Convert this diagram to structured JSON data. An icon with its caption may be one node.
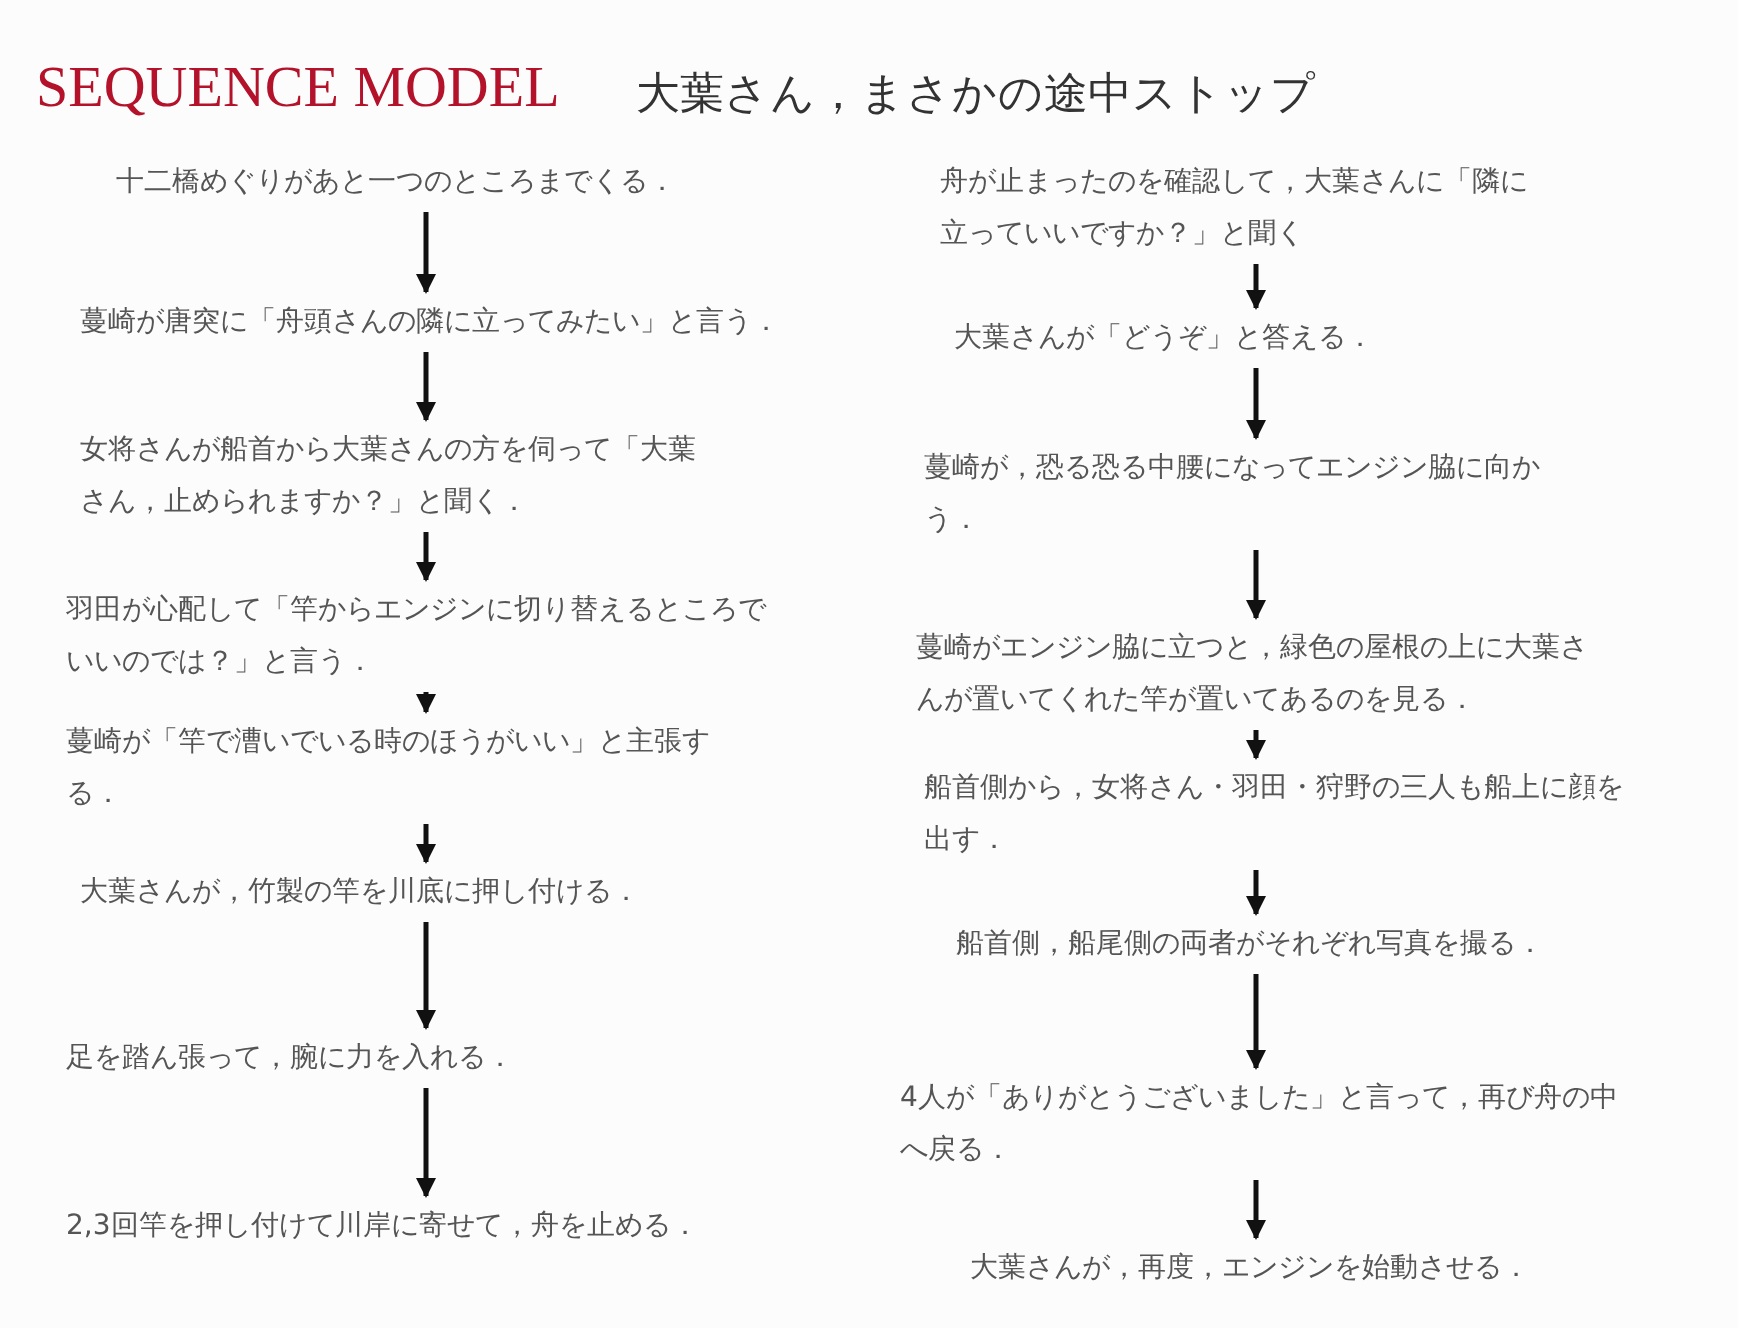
{
  "diagram": {
    "title": "SEQUENCE MODEL",
    "labels": [
      "大葉さん，まさかの途中ストップ"
    ],
    "nodes": [
      {
        "text": [
          "十二橋めぐりがあと一つのところまでくる．"
        ]
      },
      {
        "text": [
          "蔓崎が唐突に「舟頭さんの隣に立ってみたい」と言う．"
        ]
      },
      {
        "text": [
          "女将さんが船首から大葉さんの方を伺って「大葉さん，止められますか？」と聞く．"
        ]
      },
      {
        "text": [
          "羽田が心配して「竿からエンジンに切り替えるところでいいのでは？」と言う．"
        ]
      },
      {
        "text": [
          "蔓崎が「竿で漕いでいる時のほうがいい」と主張する．"
        ]
      },
      {
        "text": [
          "大葉さんが，竹製の竿を川底に押し付ける．"
        ]
      },
      {
        "text": [
          "足を踏ん張って，腕に力を入れる．"
        ]
      },
      {
        "text": [
          "2,3回竿を押し付けて川岸に寄せて，舟を止める．"
        ]
      },
      {
        "text": [
          "舟が止まったのを確認して，大葉さんに「隣に立っていいですか？」と聞く"
        ]
      },
      {
        "text": [
          "大葉さんが「どうぞ」と答える．"
        ]
      },
      {
        "text": [
          "蔓崎が，恐る恐る中腰になってエンジン脇に向かう．"
        ]
      },
      {
        "text": [
          "蔓崎がエンジン脇に立つと，緑色の屋根の上に大葉さんが置いてくれた竿が置いてあるのを見る．"
        ]
      },
      {
        "text": [
          "船首側から，女将さん・羽田・狩野の三人も船上に顔を出す．"
        ]
      },
      {
        "text": [
          "船首側，船尾側の両者がそれぞれ写真を撮る．"
        ]
      },
      {
        "text": [
          "4人が「ありがとうございました」と言って，再び舟の中へ戻る．"
        ]
      },
      {
        "text": [
          "大葉さんが，再度，エンジンを始動させる．"
        ]
      }
    ],
    "edges": [
      {
        "from": 0,
        "to": 1,
        "arrow": "to"
      },
      {
        "from": 1,
        "to": 2,
        "arrow": "to"
      },
      {
        "from": 2,
        "to": 3,
        "arrow": "to"
      },
      {
        "from": 3,
        "to": 4,
        "arrow": "to"
      },
      {
        "from": 4,
        "to": 5,
        "arrow": "to"
      },
      {
        "from": 5,
        "to": 6,
        "arrow": "to"
      },
      {
        "from": 6,
        "to": 7,
        "arrow": "to"
      },
      {
        "from": 8,
        "to": 9,
        "arrow": "to"
      },
      {
        "from": 9,
        "to": 10,
        "arrow": "to"
      },
      {
        "from": 10,
        "to": 11,
        "arrow": "to"
      },
      {
        "from": 11,
        "to": 12,
        "arrow": "to"
      },
      {
        "from": 12,
        "to": 13,
        "arrow": "to"
      },
      {
        "from": 13,
        "to": 14,
        "arrow": "to"
      },
      {
        "from": 14,
        "to": 15,
        "arrow": "to"
      }
    ]
  }
}
